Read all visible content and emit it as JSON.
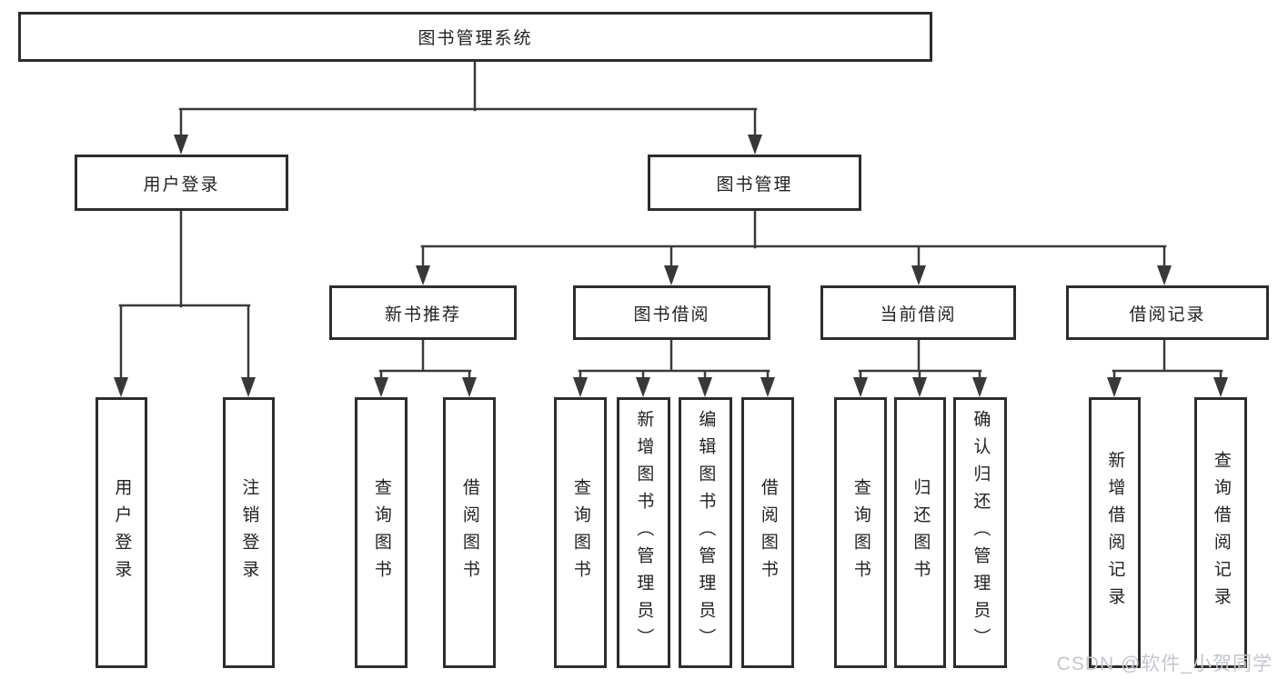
{
  "tree": {
    "label": "图书管理系统",
    "children": [
      {
        "label": "用户登录",
        "children": [
          {
            "label": "用户登录"
          },
          {
            "label": "注销登录"
          }
        ]
      },
      {
        "label": "图书管理",
        "children": [
          {
            "label": "新书推荐",
            "children": [
              {
                "label": "查询图书"
              },
              {
                "label": "借阅图书"
              }
            ]
          },
          {
            "label": "图书借阅",
            "children": [
              {
                "label": "查询图书"
              },
              {
                "label": "新增图书（管理员）"
              },
              {
                "label": "编辑图书（管理员）"
              },
              {
                "label": "借阅图书"
              }
            ]
          },
          {
            "label": "当前借阅",
            "children": [
              {
                "label": "查询图书"
              },
              {
                "label": "归还图书"
              },
              {
                "label": "确认归还（管理员）"
              }
            ]
          },
          {
            "label": "借阅记录",
            "children": [
              {
                "label": "新增借阅记录"
              },
              {
                "label": "查询借阅记录"
              }
            ]
          }
        ]
      }
    ]
  },
  "watermark": {
    "text": "CSDN @软件_小贺同学"
  },
  "colors": {
    "background": "#ffffff",
    "box_border": "#2d2d2d",
    "connector": "#3a3a3a",
    "text": "#222222",
    "watermark": "#c2c5ca"
  }
}
